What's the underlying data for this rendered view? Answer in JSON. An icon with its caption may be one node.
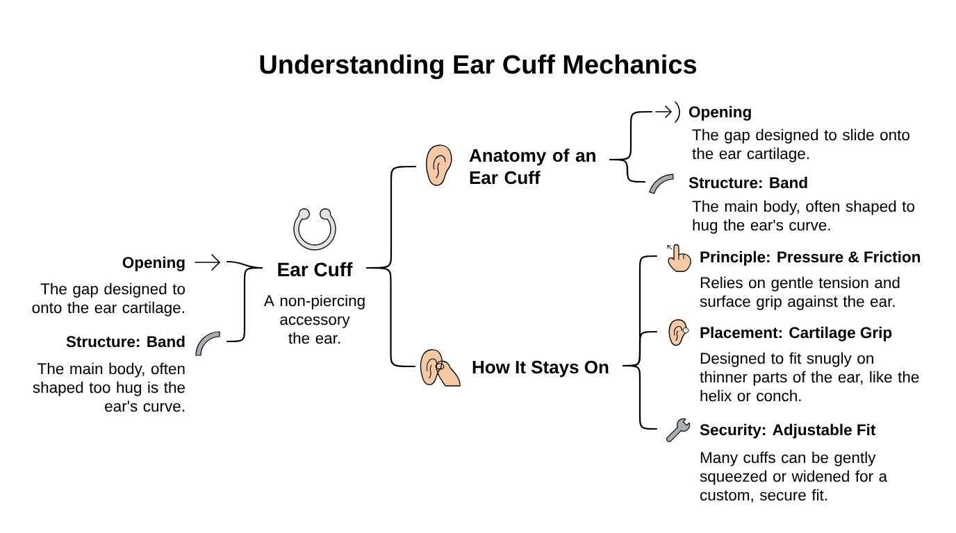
{
  "diagram": {
    "title": "Understanding Ear Cuff Mechanics",
    "nodes": [
      {
        "text": [
          "Opening",
          "The gap designed to onto the ear cartilage."
        ]
      },
      {
        "text": [
          "Structure: Band",
          "The main body, often shaped too hug is the ear's curve."
        ]
      },
      {
        "text": [
          "Ear Cuff",
          "A non-piercing accessory the ear."
        ]
      },
      {
        "text": [
          "Anatomy of an Ear Cuff"
        ]
      },
      {
        "text": [
          "Opening",
          "The gap designed to slide onto the ear cartilage."
        ]
      },
      {
        "text": [
          "Structure: Band",
          "The main body, often shaped to hug the ear's curve."
        ]
      },
      {
        "text": [
          "How It Stays On"
        ]
      },
      {
        "text": [
          "Principle: Pressure & Friction",
          "Relies on gentle tension and surface grip against the ear."
        ]
      },
      {
        "text": [
          "Placement: Cartilage Grip",
          "Designed to fit snugly on thinner parts of the ear, like the helix or conch."
        ]
      },
      {
        "text": [
          "Security: Adjustable Fit",
          "Many cuffs can be gently squeezed or widened for a custom, secure fit."
        ]
      }
    ],
    "edges": [
      {
        "from": 2,
        "to": 0,
        "arrow": "none"
      },
      {
        "from": 2,
        "to": 1,
        "arrow": "none"
      },
      {
        "from": 2,
        "to": 3,
        "arrow": "none"
      },
      {
        "from": 2,
        "to": 6,
        "arrow": "none"
      },
      {
        "from": 3,
        "to": 4,
        "arrow": "none"
      },
      {
        "from": 3,
        "to": 5,
        "arrow": "none"
      },
      {
        "from": 6,
        "to": 7,
        "arrow": "none"
      },
      {
        "from": 6,
        "to": 8,
        "arrow": "none"
      },
      {
        "from": 6,
        "to": 9,
        "arrow": "none"
      }
    ]
  }
}
